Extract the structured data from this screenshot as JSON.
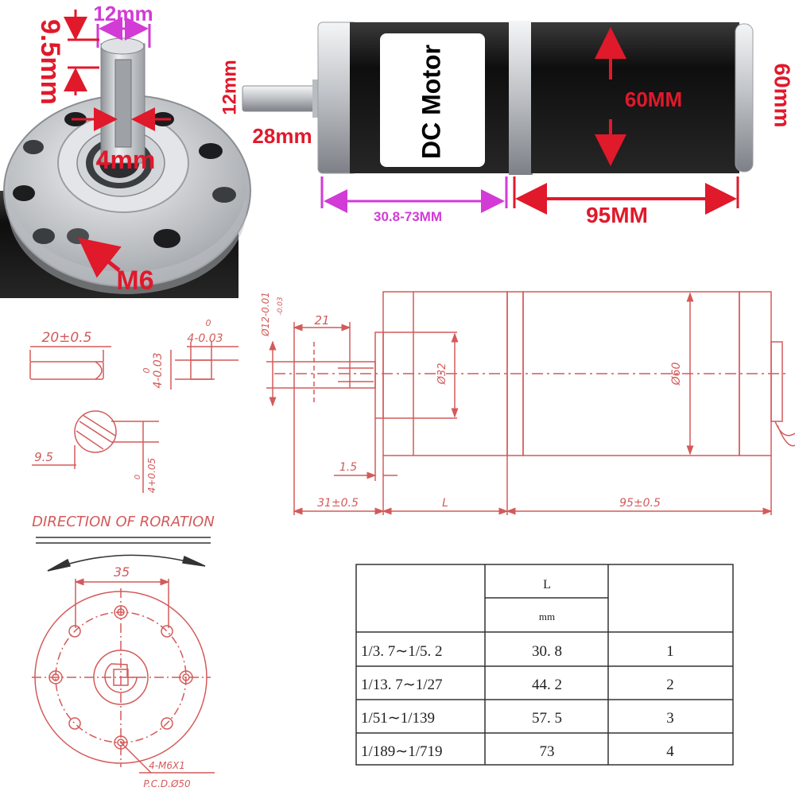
{
  "photo_left": {
    "dim_width": "12mm",
    "dim_height": "9.5mm",
    "dim_key": "4mm",
    "dim_thread": "M6"
  },
  "photo_motor": {
    "label": "DC Motor",
    "dim_shaft_diameter": "12mm",
    "dim_shaft_length": "28mm",
    "dim_body_diameter": "60MM",
    "dim_end_diameter": "60mm",
    "dim_gearbox_length": "30.8-73MM",
    "dim_motor_length": "95MM"
  },
  "drawing_key": {
    "len": "20±0.5",
    "height": "4-0.03",
    "width_label": "4-0.03",
    "top": "0",
    "side_top": "0"
  },
  "drawing_shaft": {
    "flat": "9.5",
    "tol": "4+0.05",
    "tol_zero": "0"
  },
  "drawing_side": {
    "shaft_dia": "Ø12-0.01",
    "shaft_dia_tol": "-0.03",
    "key_len": "21",
    "flange_dia": "Ø32",
    "body_dia": "Ø60",
    "step": "1.5",
    "shaft_len": "31±0.5",
    "gear_len": "L",
    "motor_len": "95±0.5"
  },
  "drawing_front": {
    "title": "DIRECTION OF RORATION",
    "bolt_spacing": "35",
    "holes": "4-M6X1",
    "pcd": "P.C.D.Ø50"
  },
  "table": {
    "header_l": "L",
    "header_unit": "mm",
    "rows": [
      {
        "ratio": "1/3. 7∼1/5. 2",
        "length": "30. 8",
        "stage": "1"
      },
      {
        "ratio": "1/13. 7∼1/27",
        "length": "44. 2",
        "stage": "2"
      },
      {
        "ratio": "1/51∼1/139",
        "length": "57. 5",
        "stage": "3"
      },
      {
        "ratio": "1/189∼1/719",
        "length": "73",
        "stage": "4"
      }
    ]
  },
  "colors": {
    "dimension_red": "#e0192b",
    "dimension_magenta": "#d23bd6",
    "drawing_line": "#d45a5a",
    "motor_body": "#141414",
    "metal": "#c9ccd0"
  }
}
